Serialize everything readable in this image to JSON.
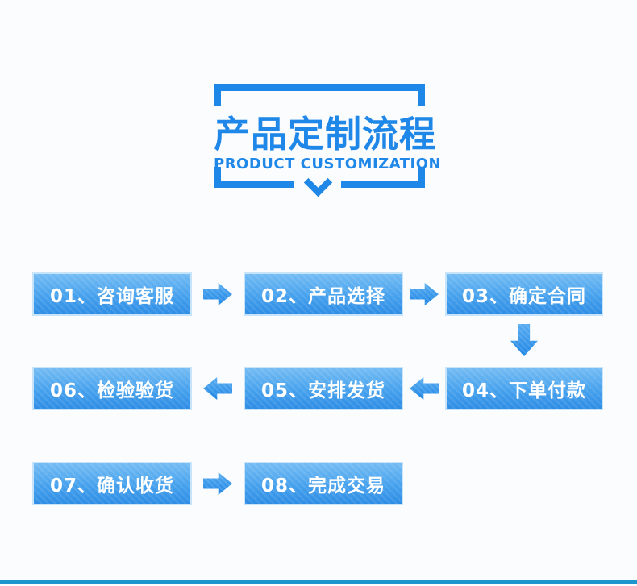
{
  "page": {
    "background_color": "#fafcfe",
    "bottom_bar_color": "#1d96d0"
  },
  "header": {
    "title": "产品定制流程",
    "subtitle": "PRODUCT CUSTOMIZATION",
    "accent_color": "#1e87e8"
  },
  "flow": {
    "style": {
      "box_top_color": "#74bcf4",
      "box_bottom_color": "#2e8de5",
      "box_border_color": "#c8e4fa",
      "box_text_color": "#ffffff",
      "arrow_top_color": "#58acf1",
      "arrow_bottom_color": "#1f86e5"
    },
    "steps": [
      {
        "label": "01、咨询客服"
      },
      {
        "label": "02、产品选择"
      },
      {
        "label": "03、确定合同"
      },
      {
        "label": "04、下单付款"
      },
      {
        "label": "05、安排发货"
      },
      {
        "label": "06、检验验货"
      },
      {
        "label": "07、确认收货"
      },
      {
        "label": "08、完成交易"
      }
    ]
  }
}
